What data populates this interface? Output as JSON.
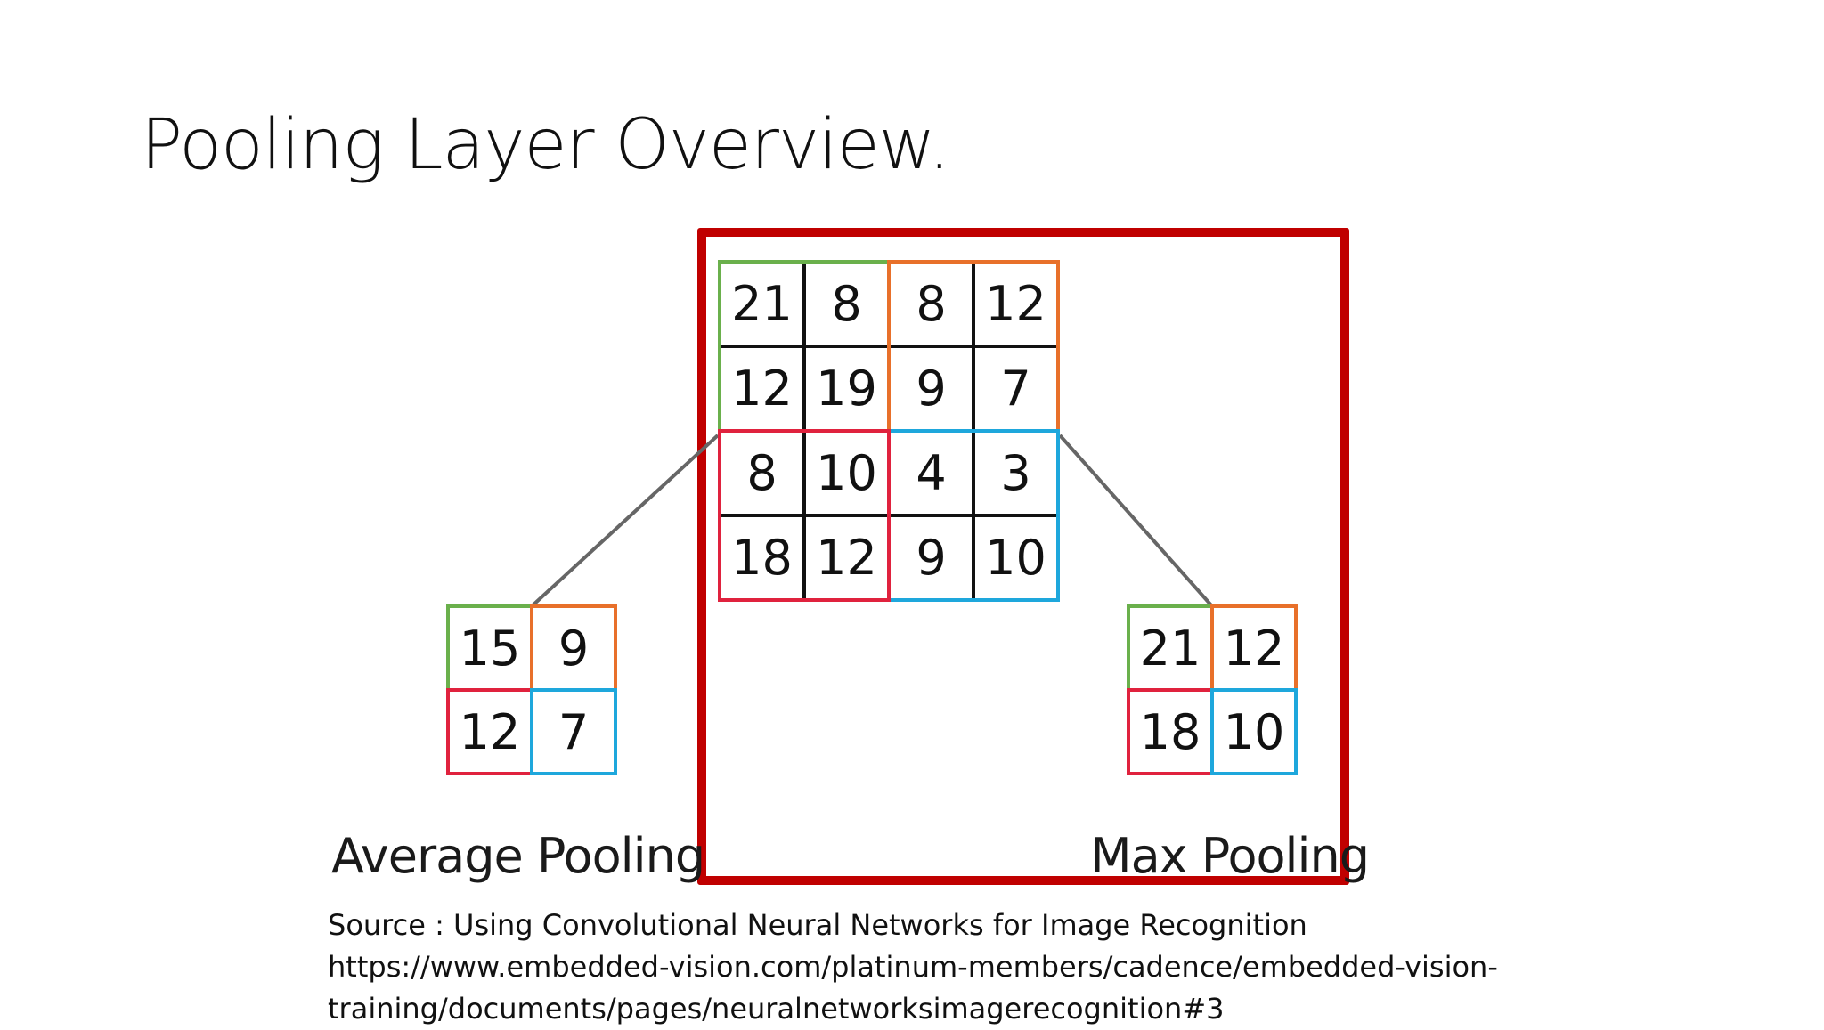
{
  "slide": {
    "title": "Pooling Layer Overview."
  },
  "diagram": {
    "input_matrix": [
      [
        "21",
        "8",
        "8",
        "12"
      ],
      [
        "12",
        "19",
        "9",
        "7"
      ],
      [
        "8",
        "10",
        "4",
        "3"
      ],
      [
        "18",
        "12",
        "9",
        "10"
      ]
    ],
    "average_pooling": {
      "label": "Average Pooling",
      "output": [
        [
          "15",
          "9"
        ],
        [
          "12",
          "7"
        ]
      ]
    },
    "max_pooling": {
      "label": "Max Pooling",
      "output": [
        [
          "21",
          "12"
        ],
        [
          "18",
          "10"
        ]
      ]
    },
    "colors": {
      "frame": "#c00000",
      "top_left": "#6ab04c",
      "top_right": "#e8702a",
      "bottom_left": "#e0223e",
      "bottom_right": "#1ea7dc",
      "grid": "#111111",
      "connector": "#666666"
    }
  },
  "source": {
    "line1": "Source : Using Convolutional Neural Networks for Image Recognition",
    "line2": "https://www.embedded-vision.com/platinum-members/cadence/embedded-vision-",
    "line3": "training/documents/pages/neuralnetworksimagerecognition#3"
  }
}
